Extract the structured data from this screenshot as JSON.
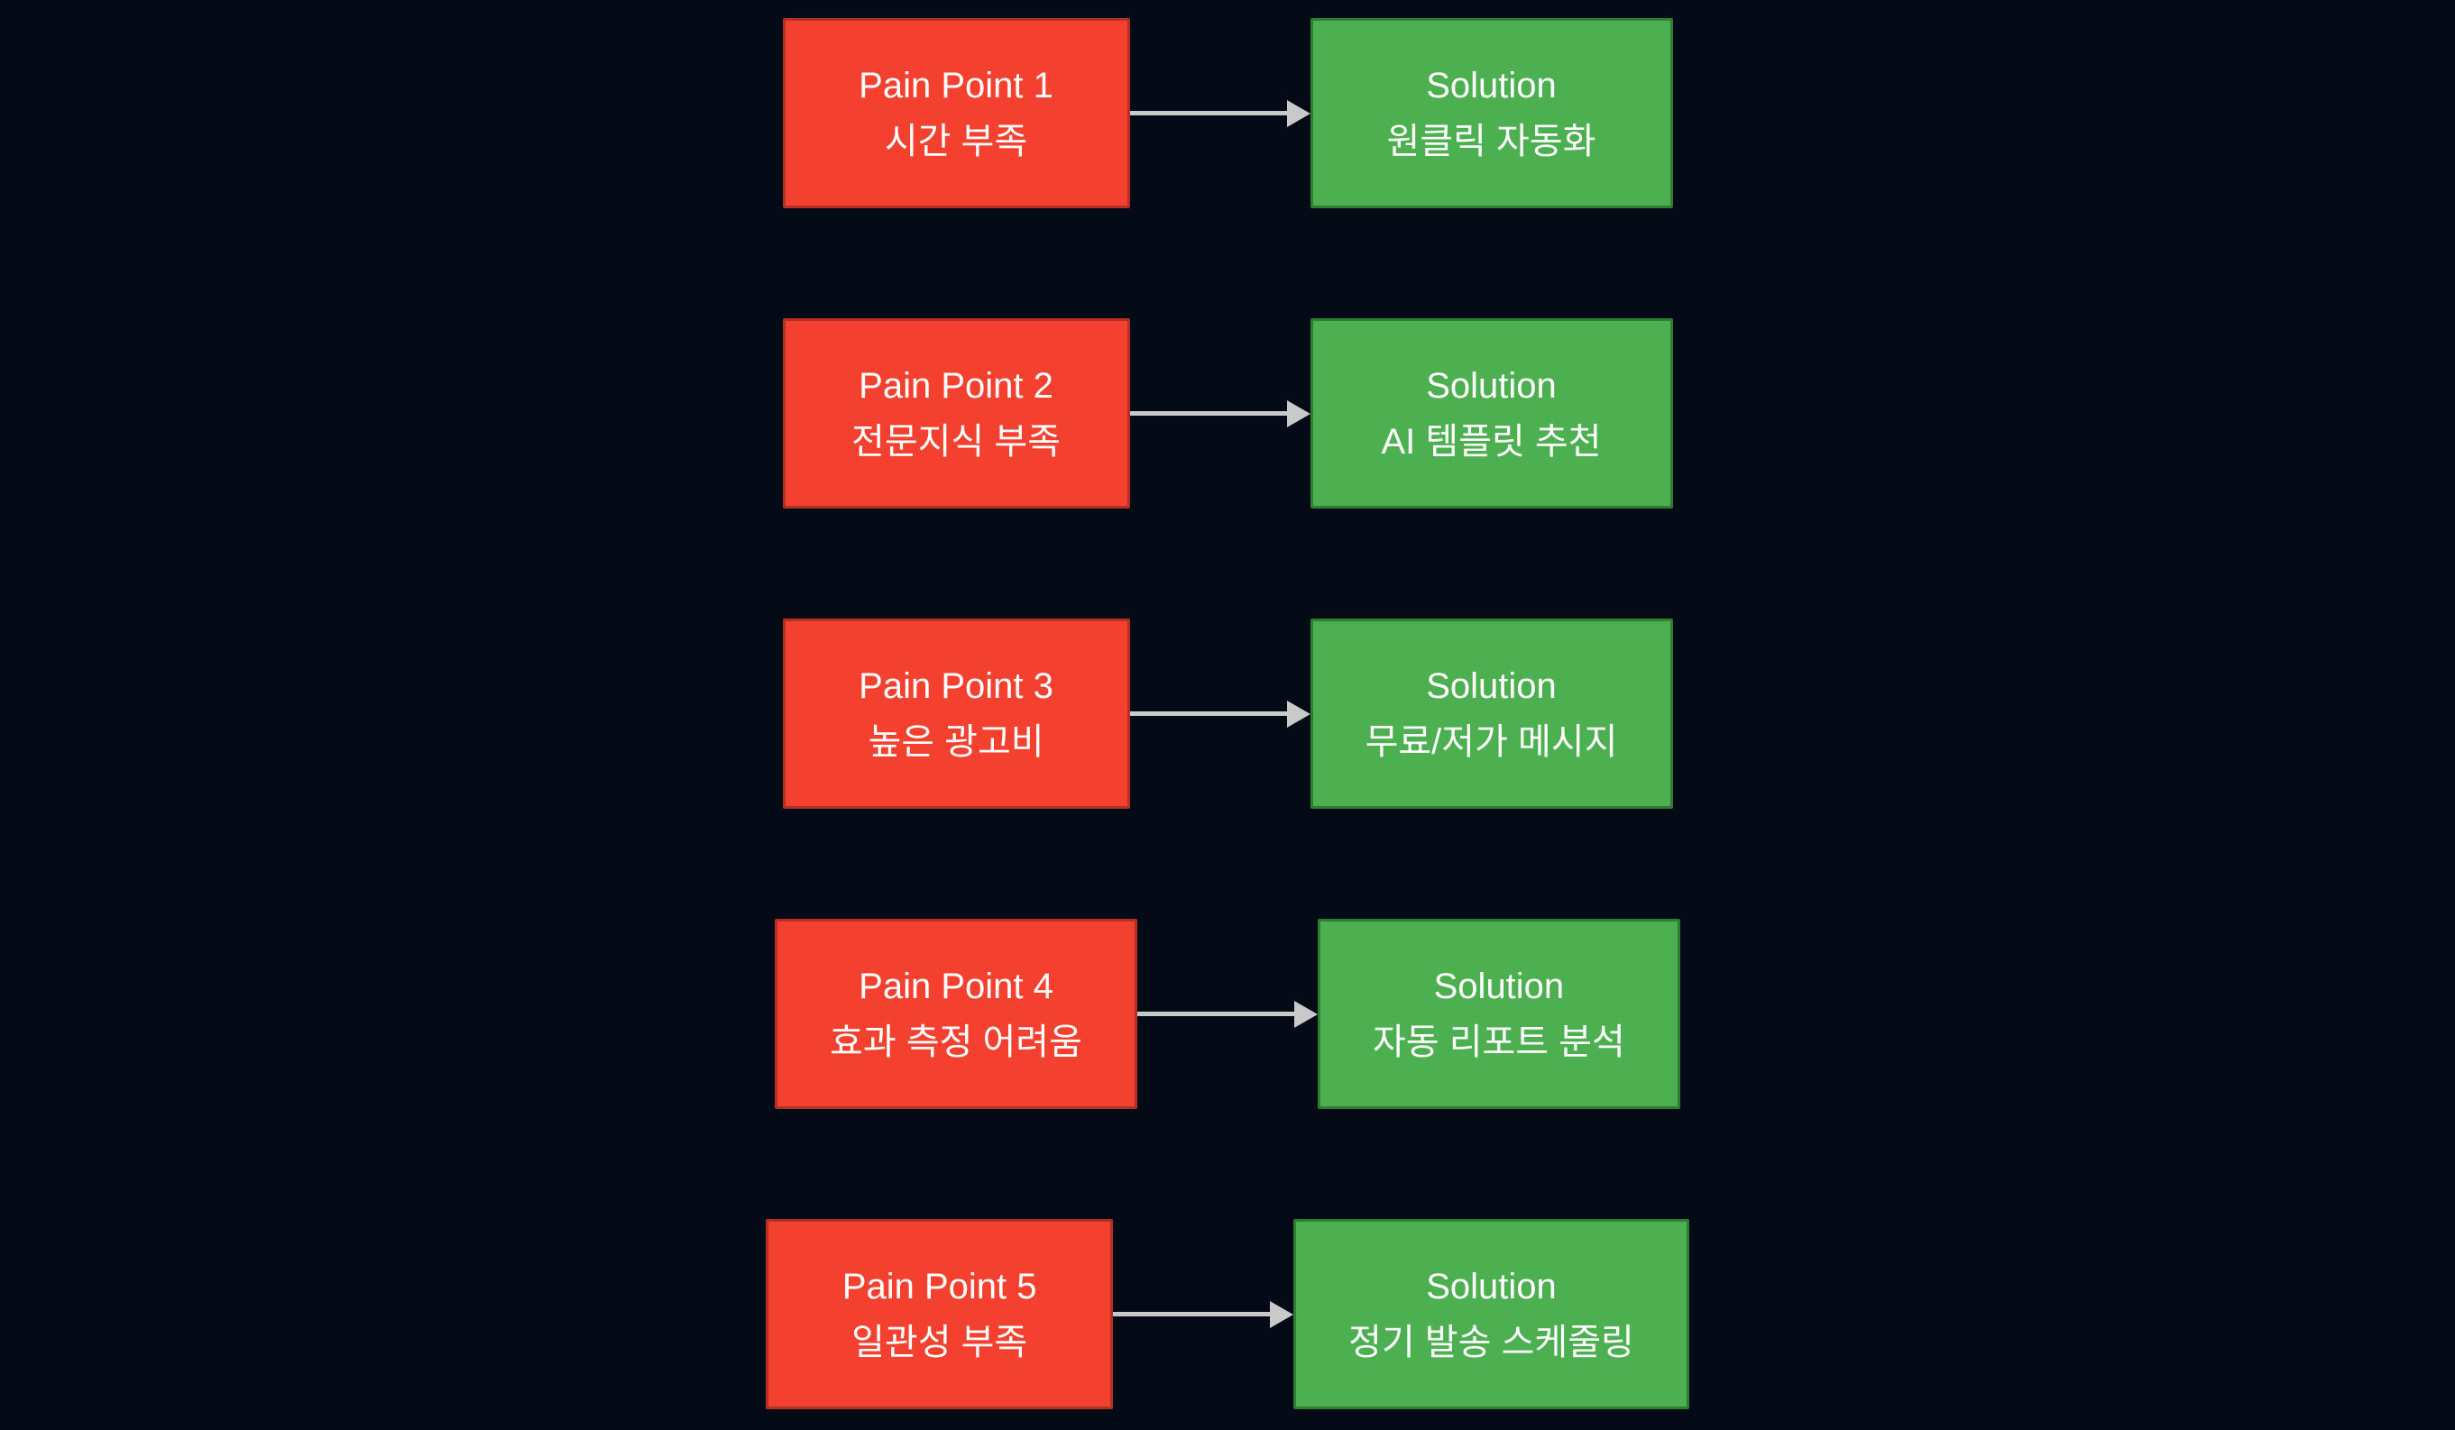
{
  "colors": {
    "canvas_bg": "#040a16",
    "pain_fill": "#f4402f",
    "pain_border": "#b23024",
    "solution_fill": "#4caf50",
    "solution_border": "#2f7d33",
    "arrow": "#c9c9c9",
    "text": "#ffffff"
  },
  "diagram": {
    "rows": [
      {
        "pain_title": "Pain Point 1",
        "pain_detail": "시간 부족",
        "solution_title": "Solution",
        "solution_detail": "원클릭 자동화"
      },
      {
        "pain_title": "Pain Point 2",
        "pain_detail": "전문지식 부족",
        "solution_title": "Solution",
        "solution_detail": "AI 템플릿 추천"
      },
      {
        "pain_title": "Pain Point 3",
        "pain_detail": "높은 광고비",
        "solution_title": "Solution",
        "solution_detail": "무료/저가 메시지"
      },
      {
        "pain_title": "Pain Point 4",
        "pain_detail": "효과 측정 어려움",
        "solution_title": "Solution",
        "solution_detail": "자동 리포트 분석"
      },
      {
        "pain_title": "Pain Point 5",
        "pain_detail": "일관성 부족",
        "solution_title": "Solution",
        "solution_detail": "정기 발송 스케줄링"
      }
    ]
  }
}
